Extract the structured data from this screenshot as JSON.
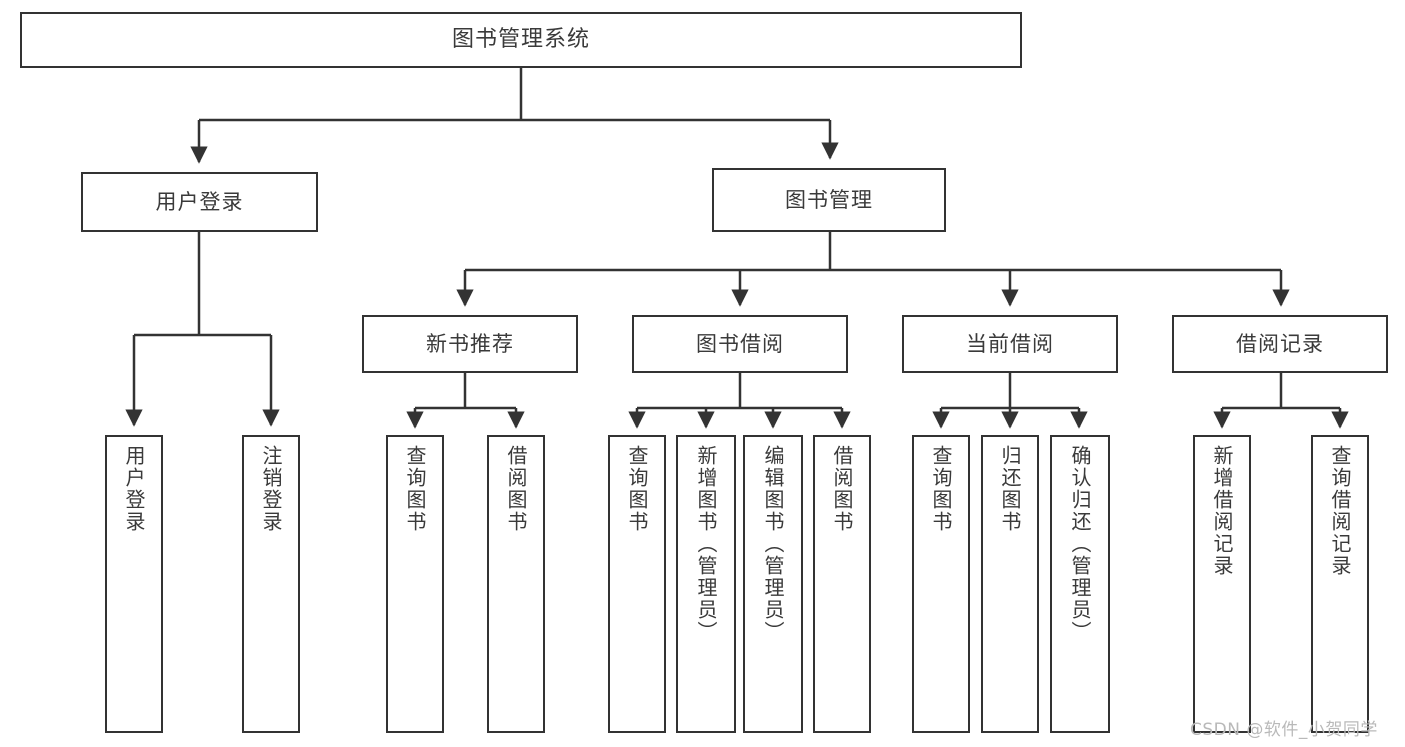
{
  "diagram": {
    "title": "图书管理系统",
    "type": "tree",
    "watermark": "CSDN @软件_小贺同学",
    "colors": {
      "box_border": "#333333",
      "box_fill": "#ffffff",
      "connector": "#333333",
      "text": "#3a3a3a",
      "watermark": "#b9b9b9",
      "background": "#ffffff"
    },
    "nodes": {
      "root": {
        "label": "图书管理系统"
      },
      "level1": [
        {
          "id": "user-login",
          "label": "用户登录"
        },
        {
          "id": "book-manage",
          "label": "图书管理"
        }
      ],
      "level2": [
        {
          "id": "new-book-recommend",
          "label": "新书推荐"
        },
        {
          "id": "book-borrow",
          "label": "图书借阅"
        },
        {
          "id": "current-borrow",
          "label": "当前借阅"
        },
        {
          "id": "borrow-record",
          "label": "借阅记录"
        }
      ],
      "leaves": {
        "user-login": [
          {
            "id": "leaf-user-login",
            "label": "用户登录"
          },
          {
            "id": "leaf-logout",
            "label": "注销登录"
          }
        ],
        "new-book-recommend": [
          {
            "id": "leaf-query-book-1",
            "label": "查询图书"
          },
          {
            "id": "leaf-borrow-book-1",
            "label": "借阅图书"
          }
        ],
        "book-borrow": [
          {
            "id": "leaf-query-book-2",
            "label": "查询图书"
          },
          {
            "id": "leaf-add-book",
            "label": "新增图书（管理员）"
          },
          {
            "id": "leaf-edit-book",
            "label": "编辑图书（管理员）"
          },
          {
            "id": "leaf-borrow-book-2",
            "label": "借阅图书"
          }
        ],
        "current-borrow": [
          {
            "id": "leaf-query-book-3",
            "label": "查询图书"
          },
          {
            "id": "leaf-return-book",
            "label": "归还图书"
          },
          {
            "id": "leaf-confirm-return",
            "label": "确认归还（管理员）"
          }
        ],
        "borrow-record": [
          {
            "id": "leaf-add-record",
            "label": "新增借阅记录"
          },
          {
            "id": "leaf-query-record",
            "label": "查询借阅记录"
          }
        ]
      }
    }
  }
}
